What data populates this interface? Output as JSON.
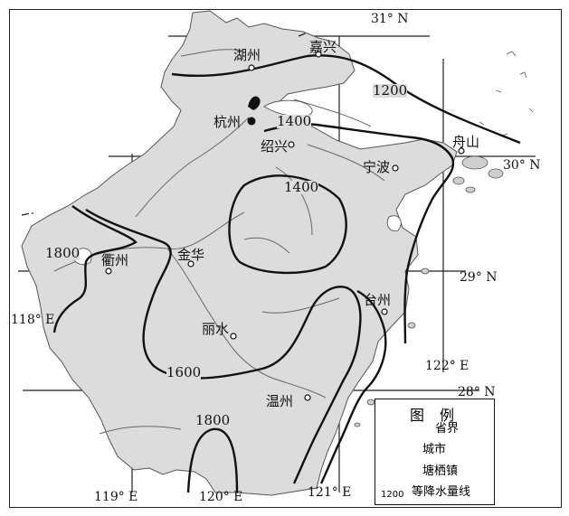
{
  "map": {
    "cities": [
      "湖州",
      "嘉兴",
      "杭州",
      "绍兴",
      "宁波",
      "舟山",
      "衢州",
      "金华",
      "台州",
      "丽水",
      "温州"
    ],
    "isohyets": [
      "1200",
      "1400",
      "1400",
      "1800",
      "1600",
      "1800"
    ],
    "coords": {
      "lat31": "31° N",
      "lat30": "30° N",
      "lat29": "29° N",
      "lat28": "28° N",
      "lon118": "118° E",
      "lon119": "119° E",
      "lon120": "120° E",
      "lon121": "121° E",
      "lon122": "122° E"
    }
  },
  "legend": {
    "title": "图 例",
    "border": "省界",
    "city": "城市",
    "town": "塘栖镇",
    "isohyet_sample": "1200",
    "isohyet": "等降水量线"
  }
}
